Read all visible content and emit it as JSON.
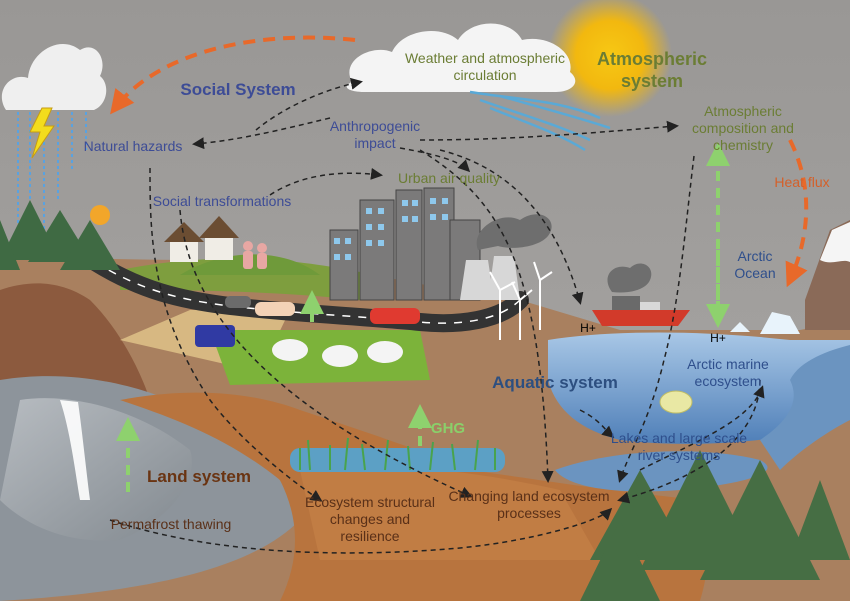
{
  "systems": {
    "atmospheric": "Atmospheric system",
    "social": "Social System",
    "aquatic": "Aquatic system",
    "land": "Land system"
  },
  "labels": {
    "weather": "Weather and atmospheric circulation",
    "natural_hazards": "Natural hazards",
    "anthropogenic": "Anthropogenic impact",
    "atmo_composition": "Atmospheric composition and chemistry",
    "heat_flux": "Heat flux",
    "social_transformations": "Social transformations",
    "urban_air": "Urban air quality",
    "arctic_ocean": "Arctic Ocean",
    "arctic_marine": "Arctic marine ecosystem",
    "lakes": "Lakes and large scale river systems",
    "ghg": "GHG",
    "permafrost": "Permafrost thawing",
    "ecosystem_changes": "Ecosystem structural changes and resilience",
    "changing_land": "Changing land ecosystem processes",
    "h_plus": "H+"
  },
  "colors": {
    "background": "#9c9a99",
    "ground": "#a87a57",
    "land_brown": "#b87a4a",
    "water": "#6b94c0",
    "sun": "#f2c10f",
    "arrow_black": "#222222",
    "arrow_orange": "#e8692a",
    "arrow_green": "#8ed16e"
  }
}
